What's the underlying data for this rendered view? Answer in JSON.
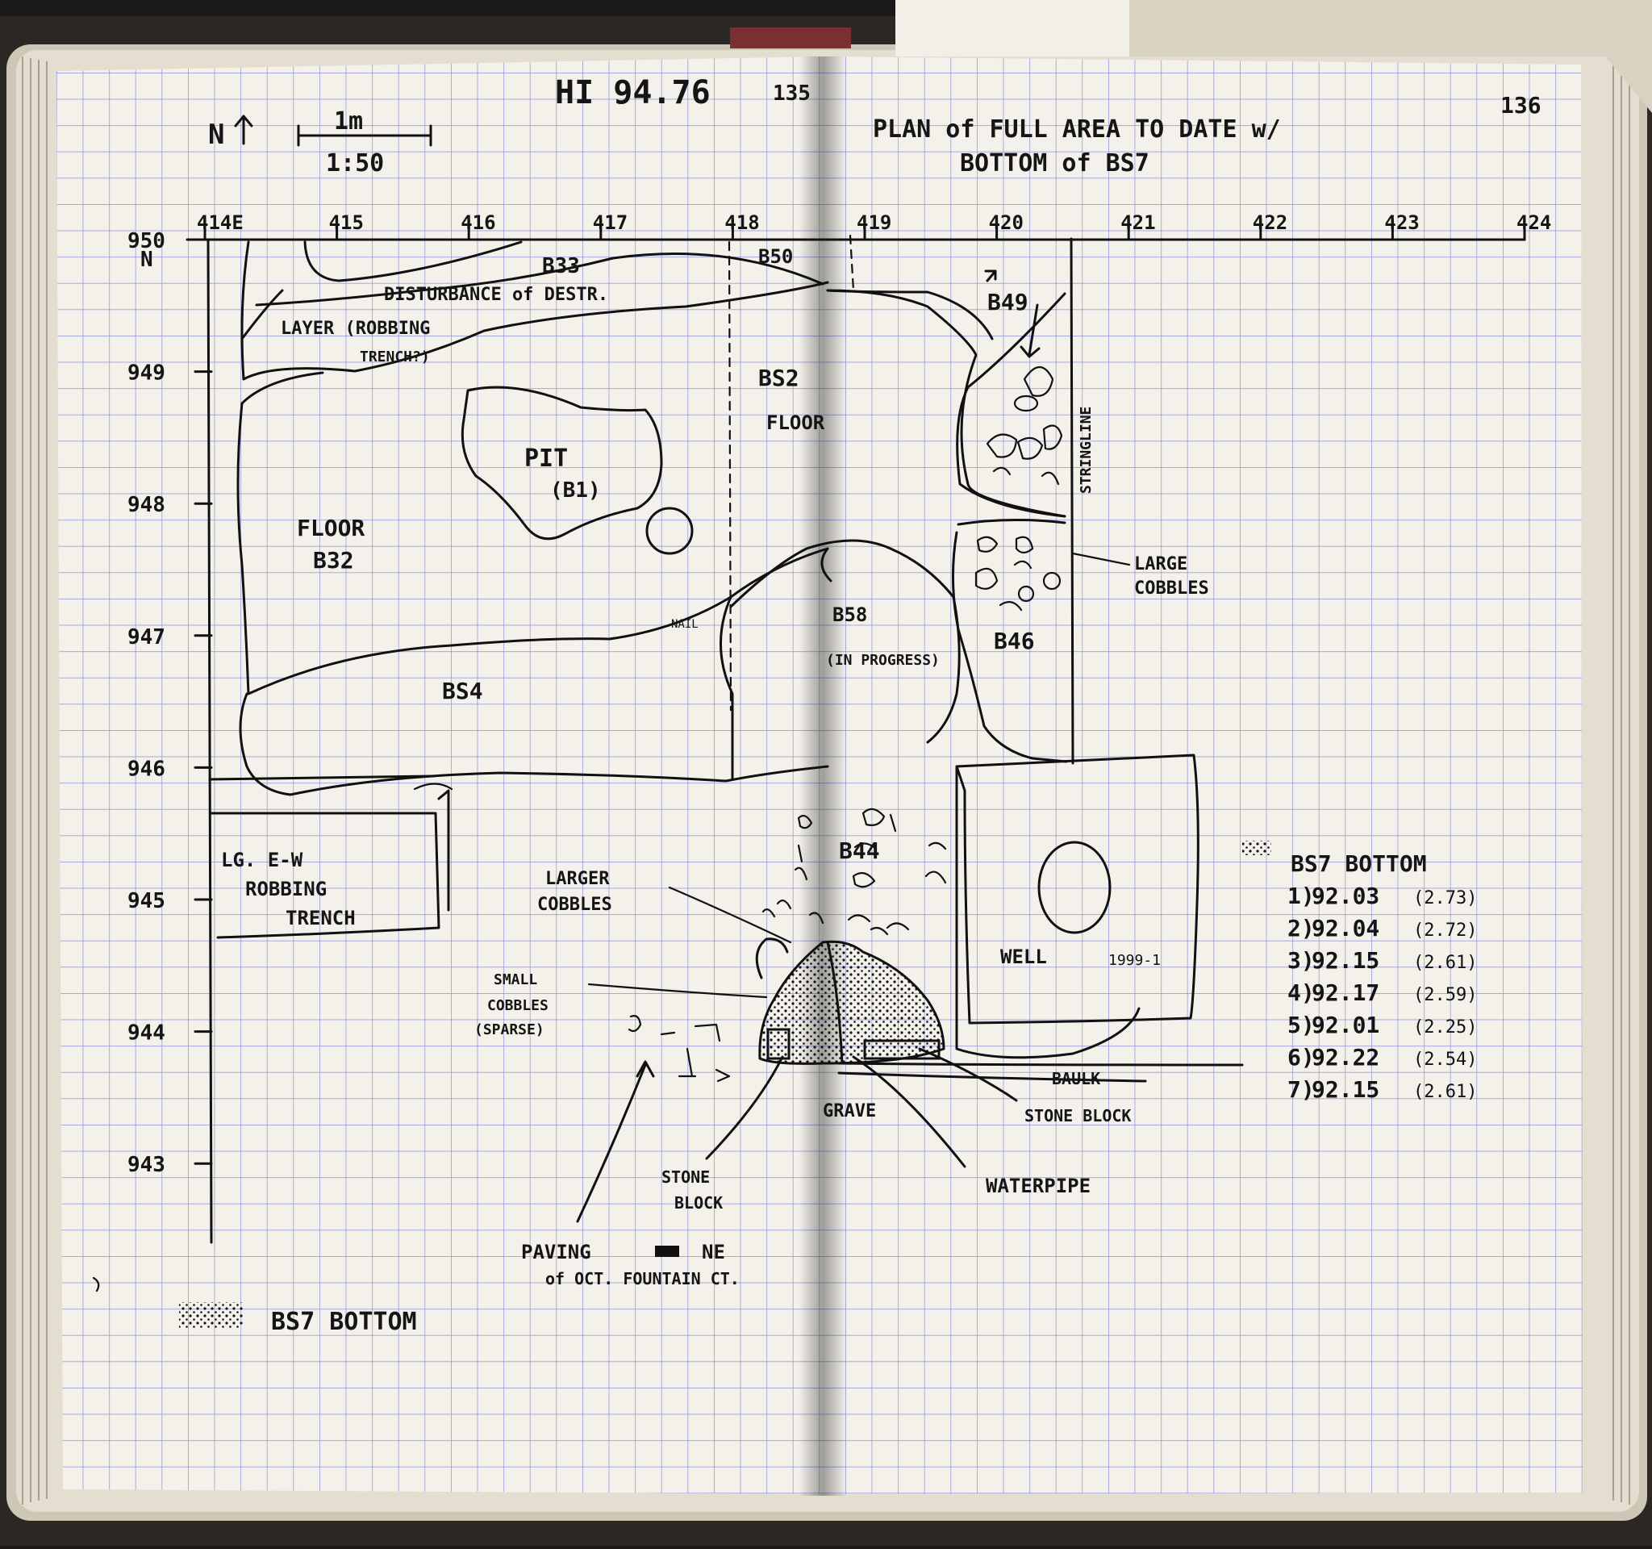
{
  "header": {
    "hi": "HI 94.76",
    "page_left": "135",
    "page_right": "136",
    "north": "N",
    "scale_length": "1m",
    "scale_ratio": "1:50",
    "title_line1": "PLAN of FULL AREA TO DATE w/",
    "title_line2": "BOTTOM of BS7"
  },
  "grid_axes": {
    "easting": [
      "414E",
      "415",
      "416",
      "417",
      "418",
      "419",
      "420",
      "421",
      "422",
      "423",
      "424"
    ],
    "northing": [
      "950",
      "949",
      "948",
      "947",
      "946",
      "945",
      "944",
      "943"
    ],
    "northing_suffix": "N"
  },
  "features": {
    "b33": "B33",
    "b50": "B50",
    "disturbance": "DISTURBANCE of DESTR.",
    "layer_1": "LAYER (ROBBING",
    "layer_2": "TRENCH?)",
    "pit_1": "PIT",
    "pit_2": "(B1)",
    "bs2": "BS2",
    "floor_right": "FLOOR",
    "floor_1": "FLOOR",
    "floor_2": "B32",
    "nail": "NAIL",
    "bs4": "BS4",
    "b58_1": "B58",
    "b58_2": "(IN PROGRESS)",
    "b46": "B46",
    "b49": "B49",
    "stringline": "STRINGLINE",
    "large_cobbles_1": "LARGE",
    "large_cobbles_2": "COBBLES",
    "lg_trench_1": "LG. E-W",
    "lg_trench_2": "ROBBING",
    "lg_trench_3": "TRENCH",
    "larger_cobbles_1": "LARGER",
    "larger_cobbles_2": "COBBLES",
    "b44": "B44",
    "small_cobbles_1": "SMALL",
    "small_cobbles_2": "COBBLES",
    "small_cobbles_3": "(SPARSE)",
    "well": "WELL",
    "well_num": "1999-1",
    "baulk": "BAULK",
    "grave": "GRAVE",
    "stone_block_right": "STONE BLOCK",
    "waterpipe": "WATERPIPE",
    "stone_block_1": "STONE",
    "stone_block_2": "BLOCK",
    "paving_1": "PAVING",
    "paving_2": "NE",
    "paving_3": "of OCT. FOUNTAIN CT."
  },
  "legend_bottom": "BS7 BOTTOM",
  "bs7_table": {
    "title": "BS7 BOTTOM",
    "rows": [
      {
        "n": "1)",
        "elev": "92.03",
        "depth": "(2.73)"
      },
      {
        "n": "2)",
        "elev": "92.04",
        "depth": "(2.72)"
      },
      {
        "n": "3)",
        "elev": "92.15",
        "depth": "(2.61)"
      },
      {
        "n": "4)",
        "elev": "92.17",
        "depth": "(2.59)"
      },
      {
        "n": "5)",
        "elev": "92.01",
        "depth": "(2.25)"
      },
      {
        "n": "6)",
        "elev": "92.22",
        "depth": "(2.54)"
      },
      {
        "n": "7)",
        "elev": "92.15",
        "depth": "(2.61)"
      }
    ]
  },
  "colors": {
    "paper": "#f4f1ea",
    "grid": "#6d74c4",
    "ink": "#111111",
    "binding_tape": "#d9d2c2",
    "background": "#1a1a1a"
  }
}
